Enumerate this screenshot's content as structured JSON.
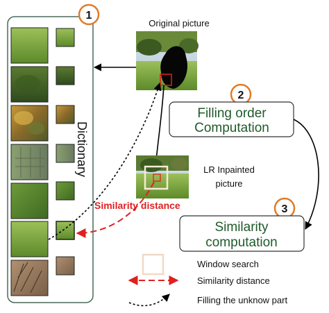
{
  "steps": [
    {
      "number": "1"
    },
    {
      "number": "2"
    },
    {
      "number": "3"
    }
  ],
  "dictionary": {
    "label": "Dictionary"
  },
  "original_picture": {
    "label": "Original picture"
  },
  "lr_inpainted": {
    "line1": "LR Inpainted",
    "line2": "picture"
  },
  "filling_order": {
    "line1": "Filling order",
    "line2": "Computation"
  },
  "similarity_computation": {
    "line1": "Similarity",
    "line2": "computation"
  },
  "similarity_distance_label": "Similarity distance",
  "legend": {
    "window_search": "Window search",
    "similarity_distance": "Similarity distance",
    "filling": "Filling the unknow part"
  },
  "colors": {
    "orange_accent": "#e07b2a",
    "red_accent": "#e02020",
    "text_green": "#1f5a2a",
    "frame": "#4a6a58"
  }
}
